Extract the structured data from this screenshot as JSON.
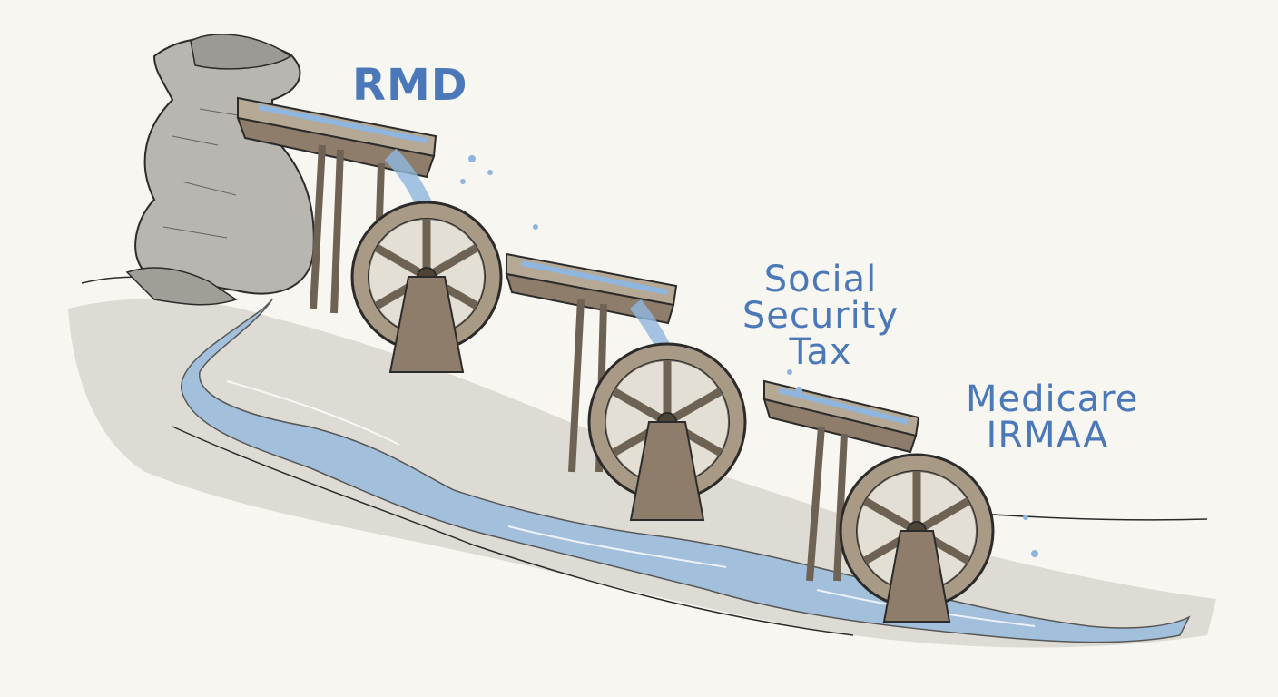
{
  "labels": {
    "rmd": "RMD",
    "social_security_line1": "Social Security",
    "social_security_line2": "Tax",
    "medicare_line1": "Medicare",
    "medicare_line2": "IRMAA"
  },
  "colors": {
    "ink": "#2b2b2b",
    "water": "#8fb6df",
    "water_light": "#c3daf0",
    "wood": "#8d7d6a",
    "wood_light": "#b5a894",
    "rock": "#a9a7a2",
    "ground": "#b9b3a8",
    "label_blue": "#4a78b8",
    "paper": "#f7f6f1"
  },
  "icons": [
    "rock-cliff",
    "water-wheel",
    "wooden-flume",
    "stream"
  ]
}
